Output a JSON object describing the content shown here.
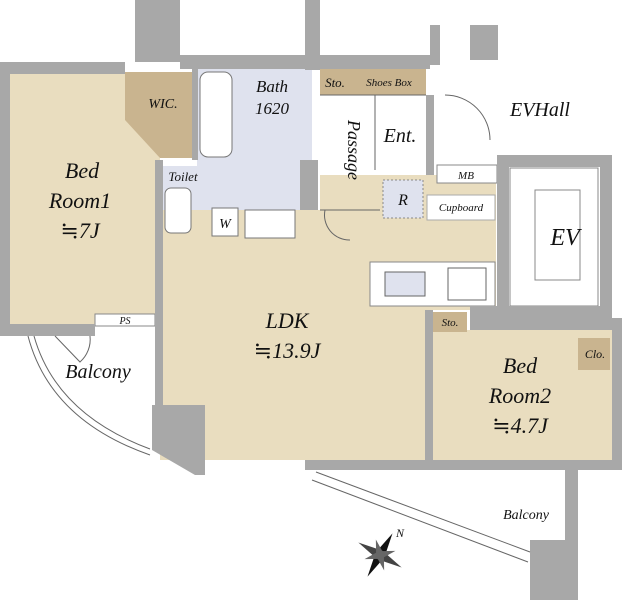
{
  "rooms": {
    "bed1": {
      "line1": "Bed",
      "line2": "Room1",
      "size": "≒7J"
    },
    "wic": "WIC.",
    "bath": {
      "line1": "Bath",
      "line2": "1620"
    },
    "toilet": "Toilet",
    "washer": "W",
    "sto_top": "Sto.",
    "shoes_box": "Shoes Box",
    "passage": "Passage",
    "ent": "Ent.",
    "ev_hall": "EVHall",
    "mb": "MB",
    "fridge": "R",
    "cupboard": "Cupboard",
    "ev": "EV",
    "ldk": {
      "name": "LDK",
      "size": "≒13.9J"
    },
    "ps": "PS",
    "balcony_left": "Balcony",
    "sto_bed2": "Sto.",
    "bed2": {
      "line1": "Bed",
      "line2": "Room2",
      "size": "≒4.7J"
    },
    "clo": "Clo.",
    "balcony_bottom": "Balcony"
  },
  "compass": {
    "north": "N"
  },
  "colors": {
    "wall": "#a8a8a8",
    "floor": "#e9ddbf",
    "storage": "#c9b48f",
    "wet": "#dfe2ee"
  }
}
